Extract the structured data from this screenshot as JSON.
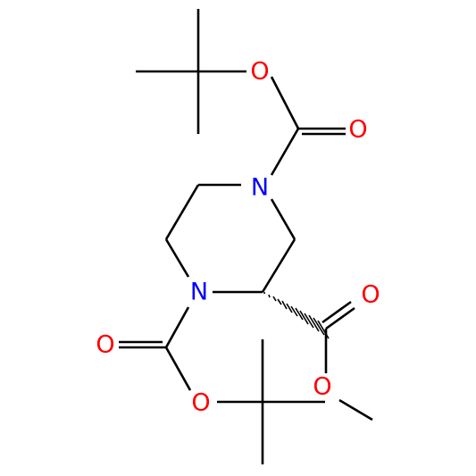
{
  "molecule": {
    "atoms": {
      "o_top": "O",
      "o_top_carbonyl": "O",
      "n_top": "N",
      "n_bottom": "N",
      "o_ester_carbonyl": "O",
      "o_ester": "O",
      "o_bottom_carbonyl": "O",
      "o_bottom": "O"
    },
    "colors": {
      "bond": "#000000",
      "oxygen": "#ff0000",
      "nitrogen": "#0000ff"
    }
  }
}
